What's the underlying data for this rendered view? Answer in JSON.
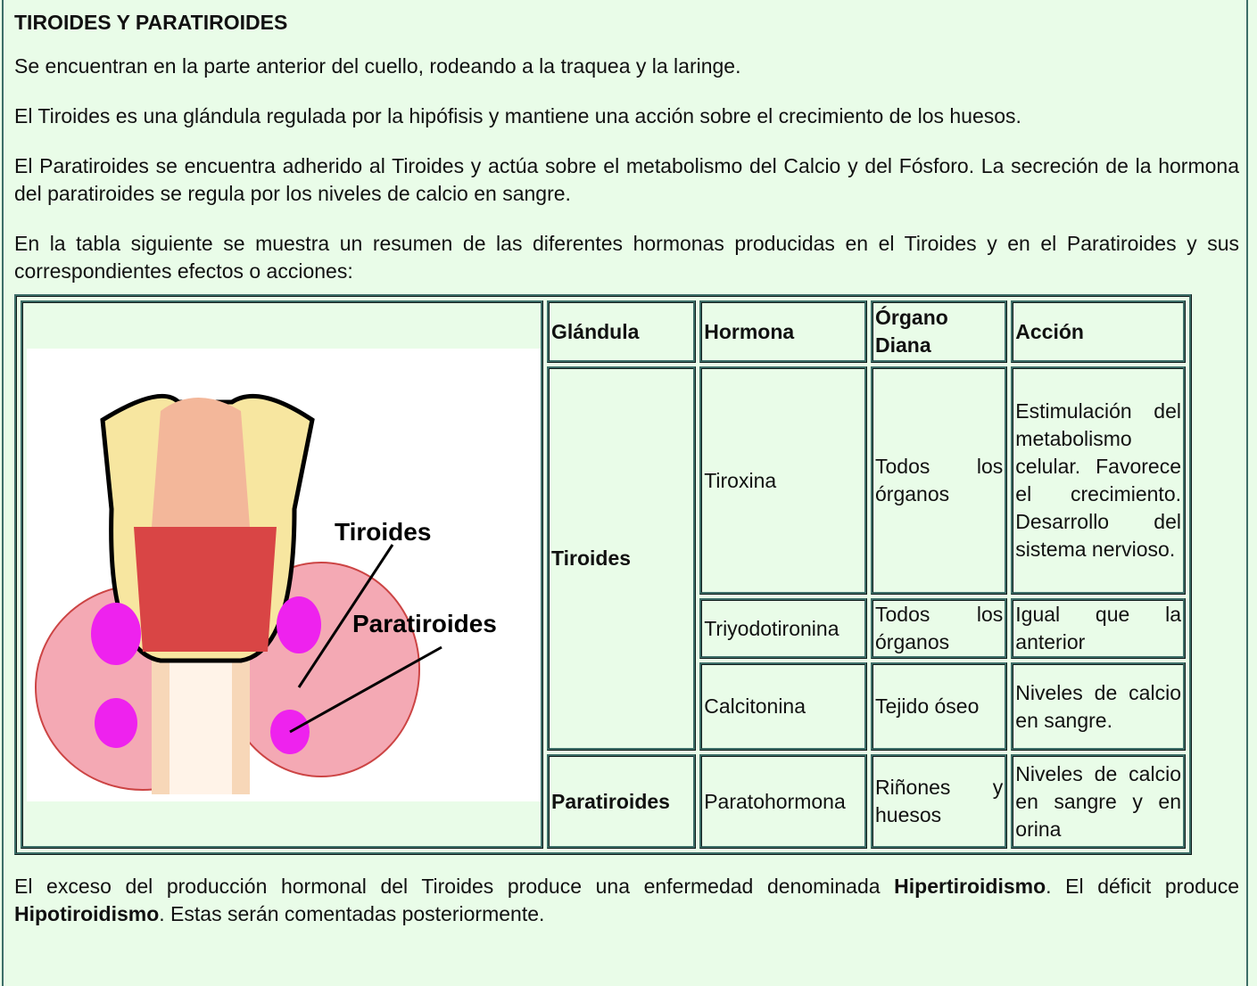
{
  "title": "TIROIDES Y PARATIROIDES",
  "paragraphs": [
    "Se encuentran en la parte anterior del cuello, rodeando a la traquea y la laringe.",
    "El Tiroides es una glándula regulada por la hipófisis y mantiene una acción sobre el crecimiento de los huesos.",
    "El Paratiroides se encuentra adherido al Tiroides y actúa sobre el metabolismo del Calcio y del Fósforo. La secreción de la hormona del paratiroides se regula por los niveles de calcio en sangre.",
    "En la tabla siguiente se muestra un resumen de las diferentes hormonas producidas en el Tiroides y en el Paratiroides y sus correspondientes efectos o acciones:"
  ],
  "image": {
    "label_tiroides": "Tiroides",
    "label_paratiroides": "Paratiroides"
  },
  "table": {
    "headers": [
      "Glándula",
      "Hormona",
      "Órgano Diana",
      "Acción"
    ],
    "glands": [
      "Tiroides",
      "Paratiroides"
    ],
    "rows": [
      {
        "hormona": "Tiroxina",
        "organo": "Todos los órganos",
        "accion": "Estimulación del metabolismo celular. Favorece el crecimiento. Desarrollo del sistema nervioso."
      },
      {
        "hormona": "Triyodotironina",
        "organo": "Todos los órganos",
        "accion": "Igual que la anterior"
      },
      {
        "hormona": "Calcitonina",
        "organo": "Tejido óseo",
        "accion": "Niveles de calcio en sangre."
      },
      {
        "hormona": "Paratohormona",
        "organo": "Riñones y huesos",
        "accion": "Niveles de calcio en sangre y en orina"
      }
    ]
  },
  "footer": {
    "t1": "El exceso del producción hormonal del Tiroides produce una enfermedad denominada ",
    "b1": "Hipertiroidismo",
    "t2": ". El déficit produce ",
    "b2": "Hipotiroidismo",
    "t3": ". Estas serán comentadas posteriormente."
  }
}
